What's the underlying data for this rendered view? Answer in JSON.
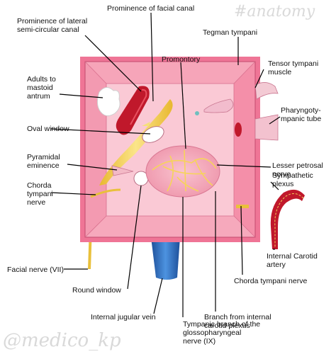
{
  "watermarks": {
    "top": "#anatomy",
    "bottom": "@medico_kp"
  },
  "labels": {
    "prominence_lateral_canal": "Prominence of lateral\nsemi-circular canal",
    "prominence_facial_canal": "Prominence of facial canal",
    "promontory": "Promontory",
    "tegmen_tympani": "Tegman tympani",
    "tensor_tympani": "Tensor tympani\nmuscle",
    "pharyngotympanic_tube": "Pharyngoty-\nmpanic tube",
    "adults_mastoid_antrum": "Adults to\nmastoid\nantrum",
    "oval_window": "Oval window",
    "pyramidal_eminence": "Pyramidal\neminence",
    "chorda_tympani_left": "Chorda\ntympani\nnerve",
    "lesser_petrosal": "Lesser petrosal\nnerve",
    "sympathetic_plexus": "Sympathetic\nplexus",
    "internal_carotid_artery": "Internal Carotid\nartery",
    "chorda_tympani_right": "Chorda tympani nerve",
    "facial_nerve": "Facial nerve (VII)",
    "round_window": "Round window",
    "internal_jugular_vein": "Internal jugular vein",
    "branch_internal_carotid_plexus": "Branch from internal\ncarotid plexus",
    "tympanic_branch_glossopharyngeal": "Tympanic branch of the\nglossopharyngeal\nnerve (IX)"
  },
  "colors": {
    "box_outer": "#f07a9a",
    "box_inner": "#f9c2d0",
    "walls": "#f49ab3",
    "nerve": "#f2d25a",
    "artery": "#c0182b",
    "vein": "#2a6fc4"
  }
}
